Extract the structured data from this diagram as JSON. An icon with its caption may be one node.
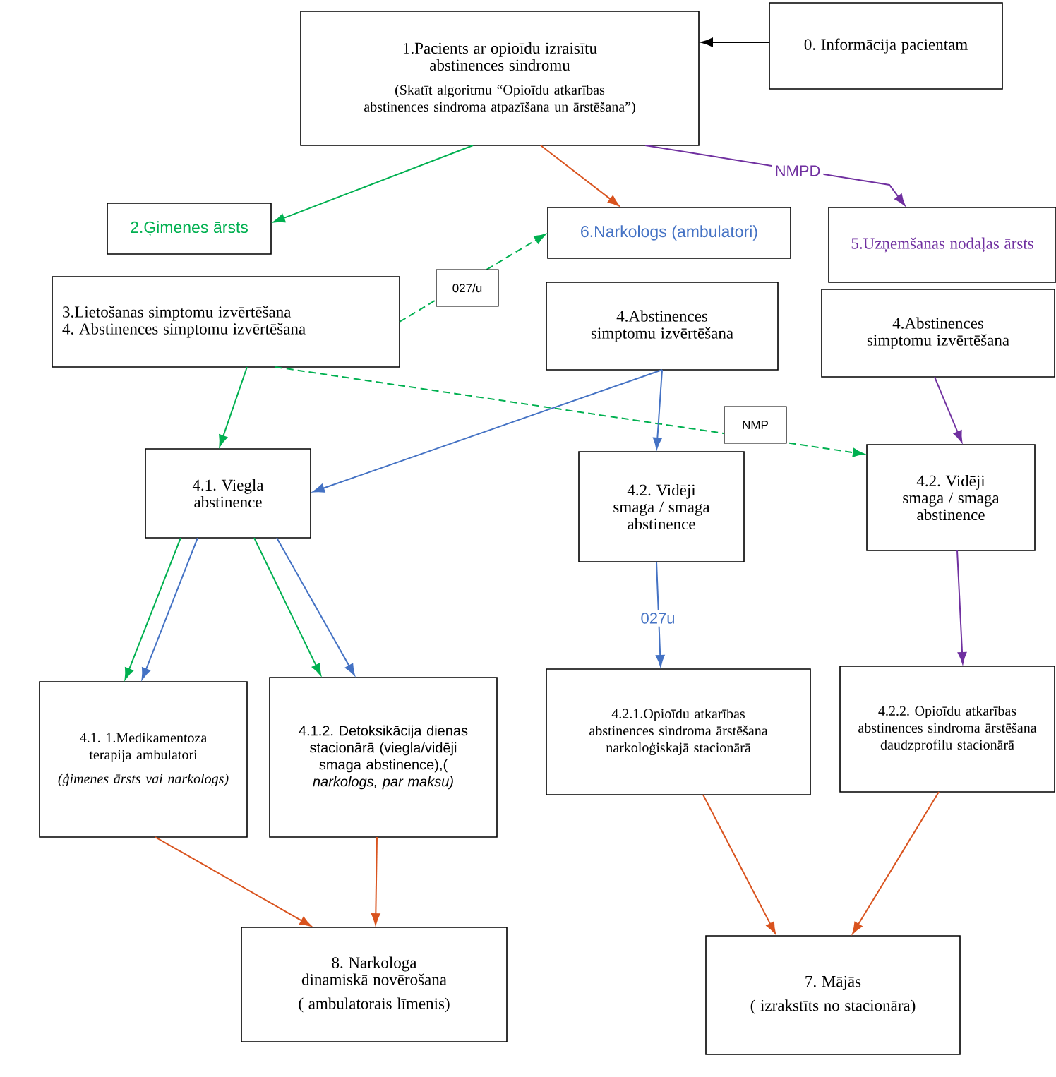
{
  "diagram": {
    "nodes": [
      {
        "text": [
          "1.Pacients ar opioīdu izraisītu abstinences sindromu",
          "(Skatīt algoritmu “Opioīdu atkarības abstinences sindroma atpazīšana un ārstēšana”)"
        ]
      },
      {
        "text": [
          "0. Informācija pacientam"
        ]
      },
      {
        "text": [
          "2.Ģimenes ārsts"
        ]
      },
      {
        "text": [
          "6.Narkologs (ambulatori)"
        ]
      },
      {
        "text": [
          "5.Uzņemšanas nodaļas ārsts"
        ]
      },
      {
        "text": [
          "3.Lietošanas simptomu izvērtēšana",
          "4. Abstinences simptomu izvērtēšana"
        ]
      },
      {
        "text": [
          "4.Abstinences simptomu izvērtēšana"
        ]
      },
      {
        "text": [
          "4.Abstinences simptomu izvērtēšana"
        ]
      },
      {
        "text": [
          "4.1. Viegla abstinence"
        ]
      },
      {
        "text": [
          "4.2. Vidēji smaga / smaga abstinence"
        ]
      },
      {
        "text": [
          "4.2. Vidēji smaga / smaga abstinence"
        ]
      },
      {
        "text": [
          "4.1. 1.Medikamentoza terapija ambulatori",
          "(ģimenes ārsts vai narkologs)"
        ]
      },
      {
        "text": [
          "4.1.2. Detoksikācija dienas stacionārā (viegla/vidēji smaga abstinence),( *narkologs, par maksu)*"
        ]
      },
      {
        "text": [
          "4.2.1.Opioīdu atkarības abstinences sindroma ārstēšana narkoloģiskajā stacionārā"
        ]
      },
      {
        "text": [
          "4.2.2. Opioīdu atkarības abstinences sindroma ārstēšana daudzprofilu stacionārā"
        ]
      },
      {
        "text": [
          "8. Narkologa dinamiskā novērošana",
          "( ambulatorais līmenis)"
        ]
      },
      {
        "text": [
          "7. Mājās",
          "( izrakstīts no stacionāra)"
        ]
      }
    ],
    "edges": [
      {
        "from": 1,
        "to": 0,
        "arrow": "to",
        "color": "#000000"
      },
      {
        "from": 0,
        "to": 2,
        "arrow": "to",
        "color": "#00b050"
      },
      {
        "from": 0,
        "to": 3,
        "arrow": "to",
        "color": "#d9531e"
      },
      {
        "from": 0,
        "to": 4,
        "arrow": "to",
        "color": "#7030a0",
        "label": "NMPD"
      },
      {
        "from": 5,
        "to": 3,
        "arrow": "to",
        "color": "#00b050",
        "style": "dashed",
        "label": "027/u"
      },
      {
        "from": 5,
        "to": 8,
        "arrow": "to",
        "color": "#00b050"
      },
      {
        "from": 5,
        "to": 10,
        "arrow": "to",
        "color": "#00b050",
        "style": "dashed",
        "label": "NMP"
      },
      {
        "from": 6,
        "to": 9,
        "arrow": "to",
        "color": "#4472c4"
      },
      {
        "from": 6,
        "to": 8,
        "arrow": "to",
        "color": "#4472c4"
      },
      {
        "from": 7,
        "to": 10,
        "arrow": "to",
        "color": "#7030a0"
      },
      {
        "from": 8,
        "to": 11,
        "arrow": "to",
        "color": "#00b050"
      },
      {
        "from": 8,
        "to": 11,
        "arrow": "to",
        "color": "#4472c4"
      },
      {
        "from": 8,
        "to": 12,
        "arrow": "to",
        "color": "#00b050"
      },
      {
        "from": 8,
        "to": 12,
        "arrow": "to",
        "color": "#4472c4"
      },
      {
        "from": 9,
        "to": 13,
        "arrow": "to",
        "color": "#4472c4",
        "label": "027u"
      },
      {
        "from": 10,
        "to": 14,
        "arrow": "to",
        "color": "#7030a0"
      },
      {
        "from": 11,
        "to": 15,
        "arrow": "to",
        "color": "#d9531e"
      },
      {
        "from": 12,
        "to": 15,
        "arrow": "to",
        "color": "#d9531e"
      },
      {
        "from": 13,
        "to": 16,
        "arrow": "to",
        "color": "#d9531e"
      },
      {
        "from": 14,
        "to": 16,
        "arrow": "to",
        "color": "#d9531e"
      }
    ]
  }
}
